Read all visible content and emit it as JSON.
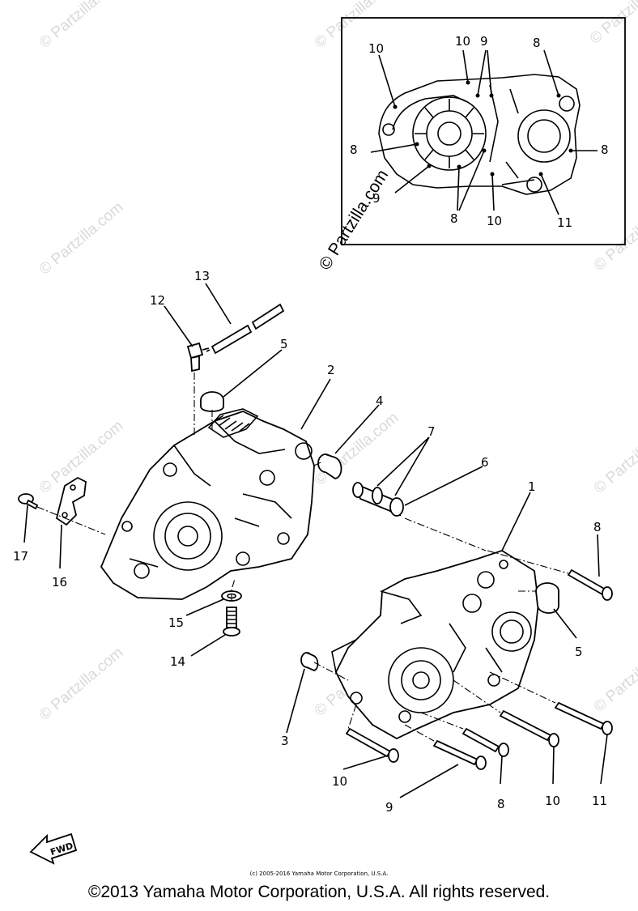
{
  "diagram": {
    "callouts_main": [
      {
        "id": "c13",
        "text": "13"
      },
      {
        "id": "c12",
        "text": "12"
      },
      {
        "id": "c5a",
        "text": "5"
      },
      {
        "id": "c2",
        "text": "2"
      },
      {
        "id": "c4",
        "text": "4"
      },
      {
        "id": "c7",
        "text": "7"
      },
      {
        "id": "c6",
        "text": "6"
      },
      {
        "id": "c1",
        "text": "1"
      },
      {
        "id": "c8a",
        "text": "8"
      },
      {
        "id": "c5b",
        "text": "5"
      },
      {
        "id": "c17",
        "text": "17"
      },
      {
        "id": "c16",
        "text": "16"
      },
      {
        "id": "c15",
        "text": "15"
      },
      {
        "id": "c14",
        "text": "14"
      },
      {
        "id": "c3",
        "text": "3"
      },
      {
        "id": "c10a",
        "text": "10"
      },
      {
        "id": "c9a",
        "text": "9"
      },
      {
        "id": "c8b",
        "text": "8"
      },
      {
        "id": "c10b",
        "text": "10"
      },
      {
        "id": "c11a",
        "text": "11"
      }
    ],
    "callouts_inset": [
      {
        "id": "i10a",
        "text": "10"
      },
      {
        "id": "i10b",
        "text": "10"
      },
      {
        "id": "i9a",
        "text": "9"
      },
      {
        "id": "i8a",
        "text": "8"
      },
      {
        "id": "i8b",
        "text": "8"
      },
      {
        "id": "i8c",
        "text": "8"
      },
      {
        "id": "i9b",
        "text": "9"
      },
      {
        "id": "i8d",
        "text": "8"
      },
      {
        "id": "i10c",
        "text": "10"
      },
      {
        "id": "i11",
        "text": "11"
      }
    ],
    "fwd_label": "FWD"
  },
  "watermarks": {
    "text": "© Partzilla.com",
    "inset_text": "© Partzilla.com"
  },
  "footer": {
    "small_copyright": "(c) 2005-2016 Yamaha Motor Corporation, U.S.A.",
    "main_copyright": "©2013 Yamaha Motor Corporation, U.S.A. All rights reserved."
  }
}
